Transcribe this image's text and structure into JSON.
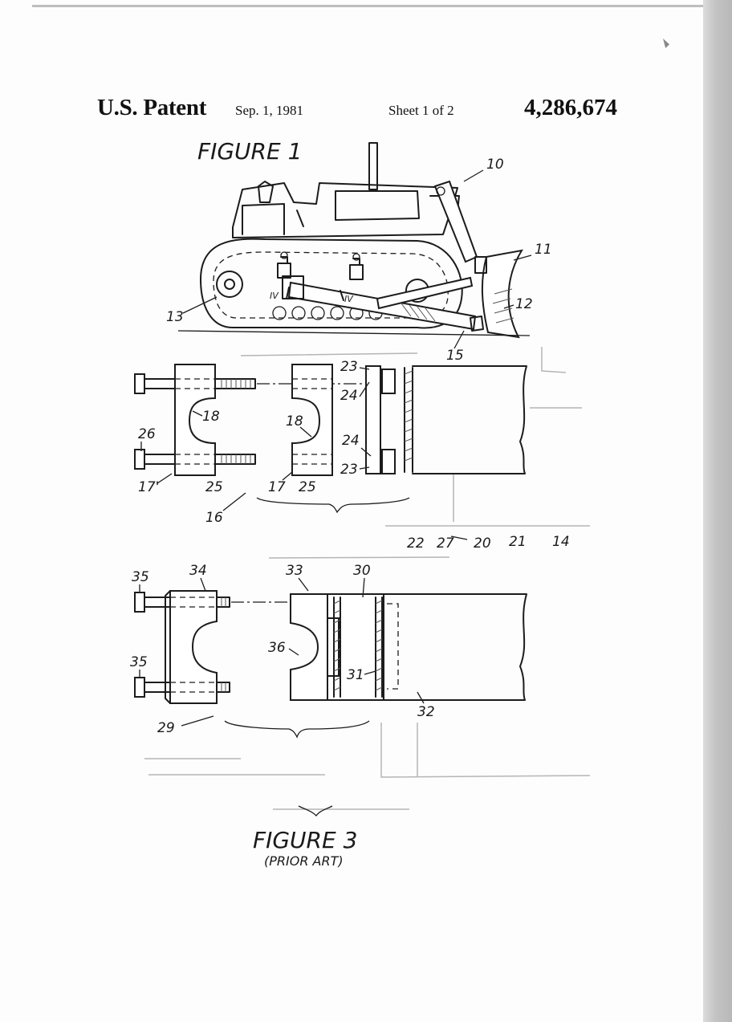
{
  "header": {
    "patent_label": "U.S. Patent",
    "date": "Sep. 1, 1981",
    "sheet": "Sheet 1 of 2",
    "patent_number": "4,286,674"
  },
  "figure1": {
    "caption": "FIGURE 1",
    "section_marks": [
      "IV",
      "IV"
    ],
    "refs": [
      "10",
      "11",
      "12",
      "13",
      "15"
    ]
  },
  "figure2": {
    "refs": [
      "23",
      "24",
      "18",
      "18",
      "26",
      "24",
      "23",
      "17'",
      "25",
      "17",
      "25",
      "16",
      "22",
      "27",
      "20",
      "21",
      "14"
    ]
  },
  "figure3": {
    "caption": "FIGURE 3",
    "subcaption": "(PRIOR ART)",
    "refs": [
      "35",
      "34",
      "33",
      "30",
      "36",
      "35",
      "31",
      "32",
      "29"
    ]
  }
}
